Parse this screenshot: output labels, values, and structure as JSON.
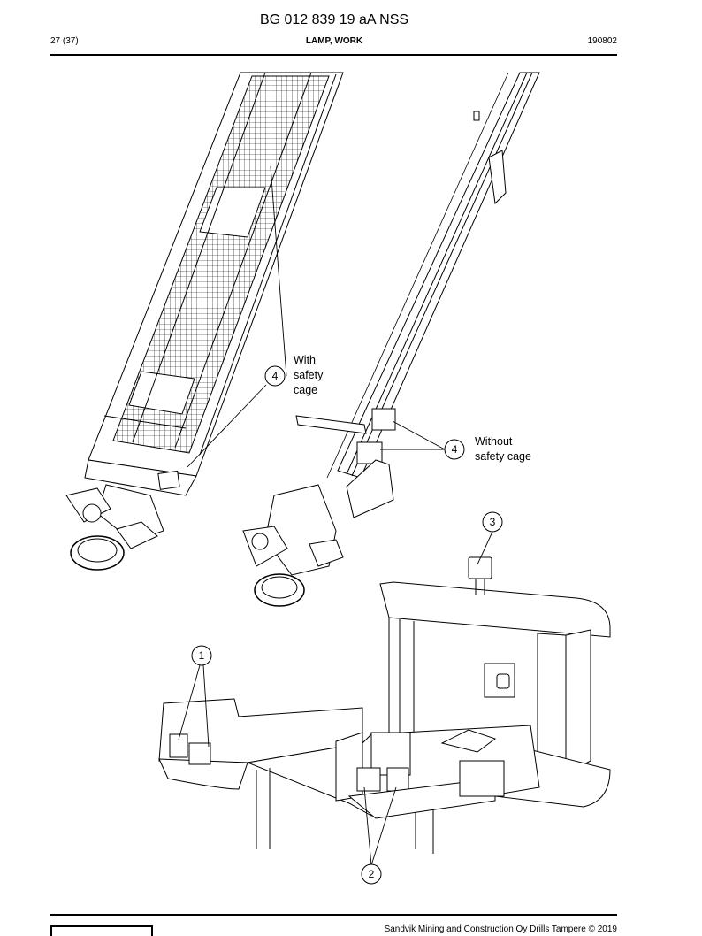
{
  "header": {
    "doc_id": "BG 012 839 19 aA NSS",
    "page": "27 (37)",
    "section": "LAMP, WORK",
    "date": "190802"
  },
  "callouts": [
    {
      "number": "1"
    },
    {
      "number": "2"
    },
    {
      "number": "3"
    },
    {
      "number": "4",
      "label_lines": [
        "With",
        "safety",
        "cage"
      ]
    },
    {
      "number": "4",
      "label_lines": [
        "Without",
        "safety cage"
      ]
    }
  ],
  "footer": {
    "copyright": "Sandvik Mining and Construction Oy Drills Tampere © 2019"
  }
}
